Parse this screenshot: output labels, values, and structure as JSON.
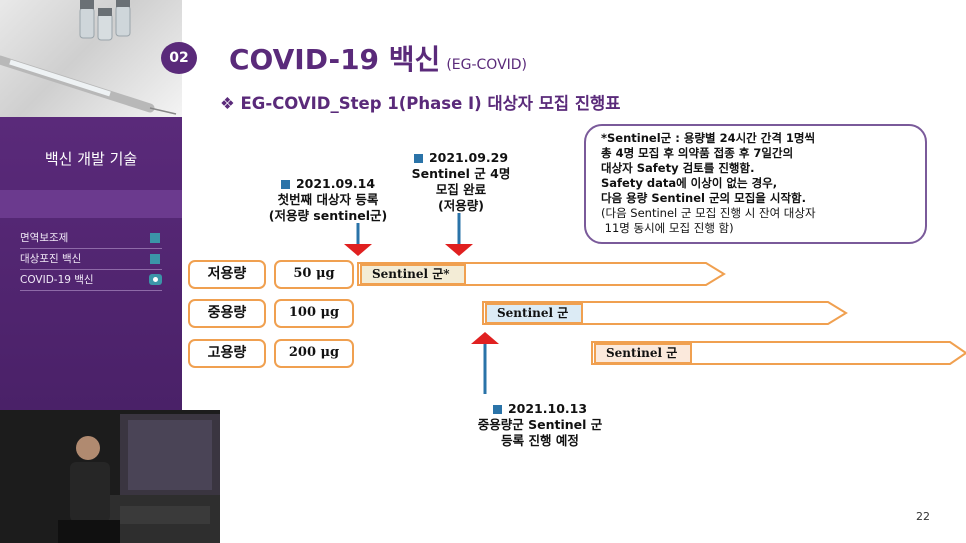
{
  "slide": {
    "number_badge": "02",
    "title": "COVID-19 백신",
    "title_sub": "(EG-COVID)",
    "subtitle": "❖ EG-COVID_Step 1(Phase I) 대상자 모집 진행표",
    "page_number": "22"
  },
  "sidebar": {
    "section_title": "백신 개발 기술",
    "items": [
      {
        "label": "면역보조제"
      },
      {
        "label": "대상포진 백신"
      },
      {
        "label": "COVID-19 백신"
      }
    ]
  },
  "note": {
    "lines": [
      "*Sentinel군 : 용량별 24시간 간격 1명씩",
      "총 4명 모집 후 의약품 접종 후 7일간의",
      "대상자 Safety 검토를 진행함.",
      "Safety data에 이상이 없는 경우,",
      "다음 용량 Sentinel 군의 모집을 시작함.",
      "(다음 Sentinel 군 모집 진행 시 잔여 대상자",
      " 11명 동시에 모집 진행 함)"
    ]
  },
  "annotations": [
    {
      "date": "2021.09.14",
      "line1": "첫번째 대상자 등록",
      "line2": "(저용량 sentinel군)"
    },
    {
      "date": "2021.09.29",
      "line1": "Sentinel 군 4명",
      "line2": "모집 완료",
      "line3": "(저용량)"
    },
    {
      "date": "2021.10.13",
      "line1": "중용량군 Sentinel 군",
      "line2": "등록 진행 예정"
    }
  ],
  "rows": [
    {
      "dose": "저용량",
      "amount": "50 μg",
      "sentinel": "Sentinel 군*"
    },
    {
      "dose": "중용량",
      "amount": "100 μg",
      "sentinel": "Sentinel 군"
    },
    {
      "dose": "고용량",
      "amount": "200 μg",
      "sentinel": "Sentinel 군"
    }
  ],
  "colors": {
    "brand_purple": "#5a2a7a",
    "orange": "#f0a050",
    "marker_blue": "#2a73a8",
    "arrow_red": "#e02020",
    "sentinel_fill_low": "#f3ecd6",
    "sentinel_fill_mid": "#dcebf5",
    "sentinel_fill_high": "#fbe9dc"
  }
}
